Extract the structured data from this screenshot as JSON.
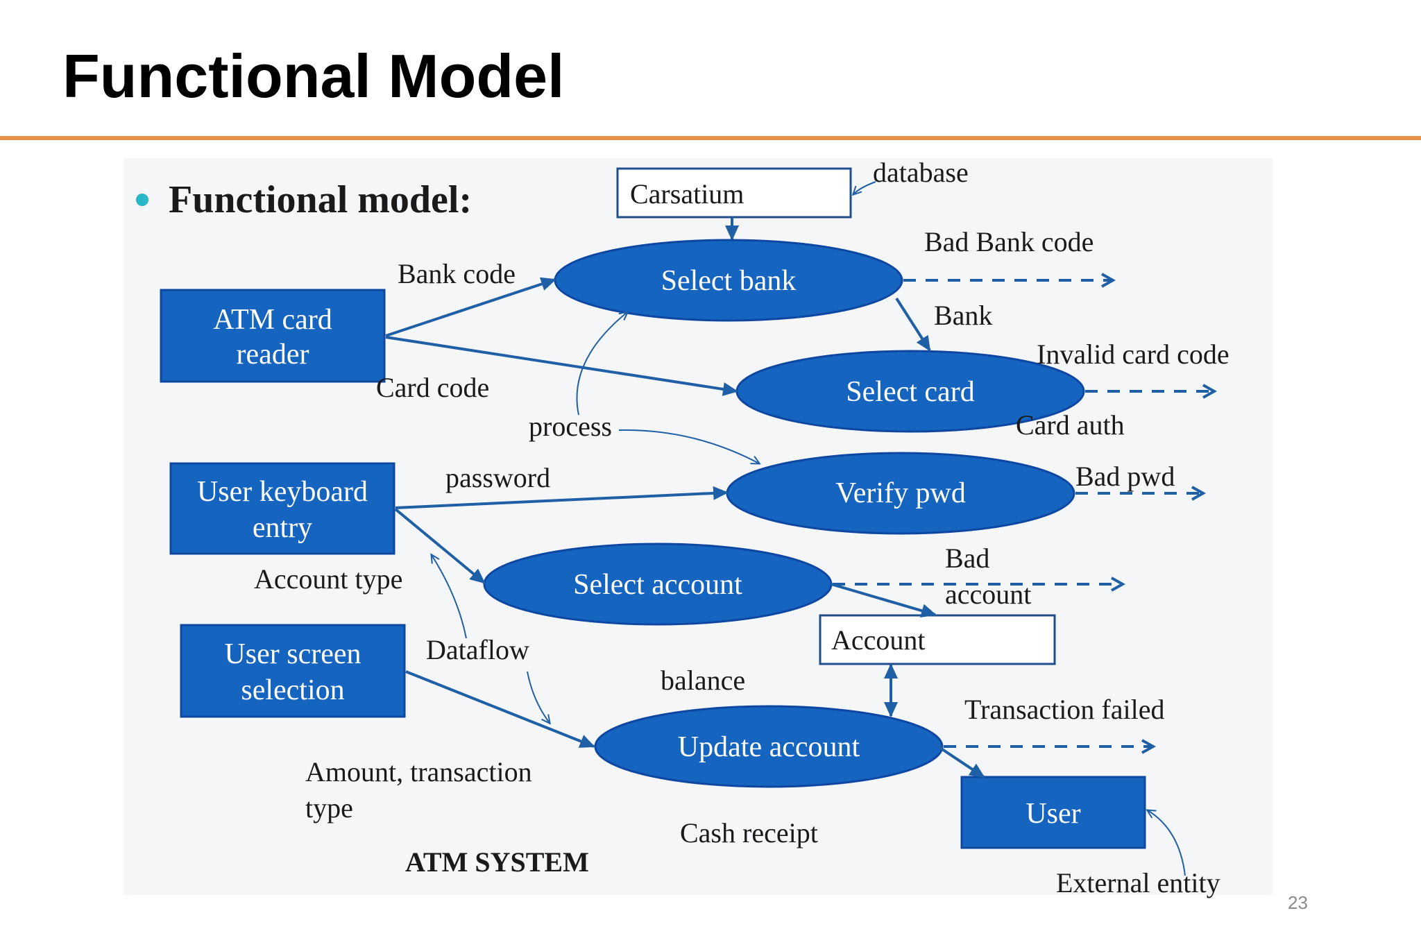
{
  "slide": {
    "title": "Functional Model",
    "page_number": "23"
  },
  "diagram": {
    "heading": "Functional model:",
    "caption": "ATM SYSTEM",
    "colors": {
      "accent_rule": "#e8914a",
      "node_fill": "#1565c0",
      "arrow": "#1f5fa6",
      "bullet": "#29b6c6"
    },
    "entities": {
      "atm_reader": [
        "ATM card",
        "reader"
      ],
      "keyboard": [
        "User keyboard",
        "entry"
      ],
      "screen": [
        "User screen",
        "selection"
      ],
      "user": "User"
    },
    "processes": {
      "select_bank": "Select bank",
      "select_card": "Select card",
      "verify_pwd": "Verify pwd",
      "select_account": "Select account",
      "update_account": "Update account"
    },
    "stores": {
      "carsatium": "Carsatium",
      "account": "Account"
    },
    "flows": {
      "bank_code": "Bank code",
      "card_code": "Card code",
      "password": "password",
      "account_type": "Account type",
      "amount_type": [
        "Amount, transaction",
        "type"
      ],
      "bad_bank_code": "Bad Bank code",
      "bank": "Bank",
      "invalid_card_code": "Invalid card code",
      "card_auth": "Card auth",
      "bad_pwd": "Bad pwd",
      "bad_account": [
        "Bad",
        "account"
      ],
      "balance": "balance",
      "transaction_failed": "Transaction failed",
      "cash_receipt": "Cash receipt"
    },
    "annotations": {
      "database": "database",
      "process": "process",
      "dataflow": "Dataflow",
      "external_entity": "External entity"
    }
  }
}
